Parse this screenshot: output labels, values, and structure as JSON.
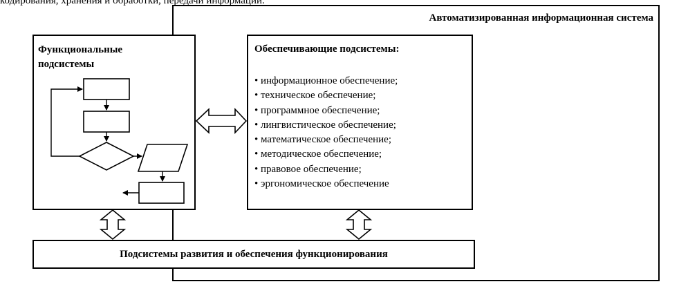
{
  "header_fragment": "кодирования, хранения и обработки, передачи информации.",
  "ais": {
    "title": "Автоматизированная информационная система"
  },
  "functional": {
    "title_line1": "Функциональные",
    "title_line2": "подсистемы"
  },
  "supporting": {
    "title": "Обеспечивающие подсистемы:",
    "items": [
      "• информационное обеспечение;",
      "• техническое обеспечение;",
      "• программное обеспечение;",
      "• лингвистическое обеспечение;",
      "• математическое обеспечение;",
      "• методическое обеспечение;",
      "• правовое обеспечение;",
      "• эргономическое обеспечение"
    ]
  },
  "development": {
    "label": "Подсистемы развития и обеспечения функционирования"
  }
}
